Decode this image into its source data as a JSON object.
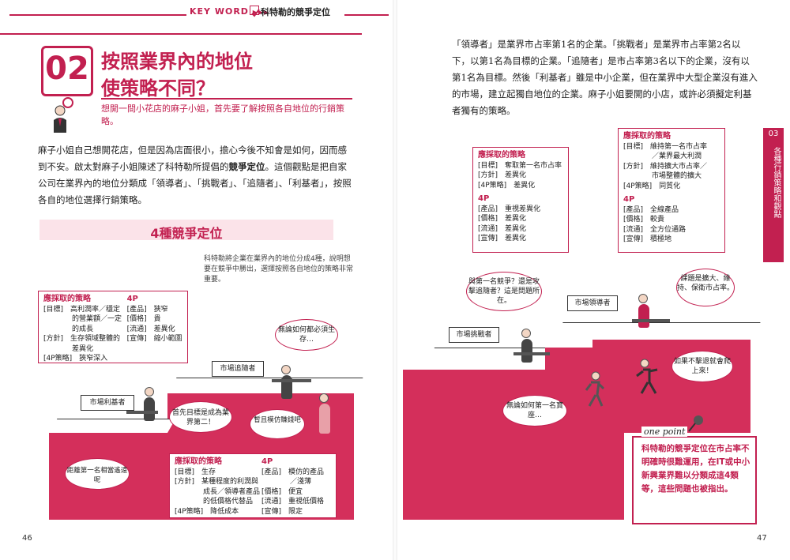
{
  "header": {
    "keyword": "KEY WORD",
    "arrows": "▶▶▶",
    "title": "科特勒的競爭定位"
  },
  "section_number": "02",
  "title_line1": "按照業界內的地位",
  "title_line2": "使策略不同？",
  "lead": "想開一間小花店的麻子小姐，首先要了解按照各自地位的行銷策略。",
  "intro": {
    "part1": "麻子小姐自己想開花店，但是因為店面很小，擔心今後不知會是如何，因而感到不安。啟太對麻子小姐陳述了科特勒所提倡的",
    "bold": "競爭定位",
    "part2": "。這個觀點是把自家公司在業界內的地位分類成「領導者」、「挑戰者」、「追隨者」、「利基者」，按照各自的地位選擇行銷策略。"
  },
  "section_title": "4種競爭定位",
  "note": "科特勒將企業在業界內的地位分成4種，說明想要在競爭中勝出，選擇按照各自地位的策略非常重要。",
  "nicher": {
    "heading": "應採取的策略",
    "heading_4p": "4P",
    "rows_left": [
      "[目標]　高利潤率／穩定",
      "　　　　的營業額／一定",
      "　　　　的成長",
      "[方針]　生存領域整體的",
      "　　　　差異化",
      "[4P策略]　狹窄深入"
    ],
    "rows_right": [
      "[產品]　狹窄",
      "[價格]　貴",
      "[流通]　差異化",
      "[宣傳]　縮小範圍"
    ],
    "sign": "市場利基者",
    "bubble1": "首先目標是成為業界第二！",
    "bubble2": "距離第一名相當遙遠呢"
  },
  "follower": {
    "heading": "應採取的策略",
    "heading_4p": "4P",
    "rows_left": [
      "[目標]　生存",
      "[方針]　某種程度的利潤與",
      "　　　　成長／領導者產品",
      "　　　　的低價格代替品",
      "[4P策略]　降低成本"
    ],
    "rows_right": [
      "[產品]　模仿的產品",
      "　　　　／淺薄",
      "[價格]　便宜",
      "[流通]　重視低價格",
      "[宣傳]　限定"
    ],
    "sign": "市場追隨者",
    "bubble1": "無論如何都必須生存…",
    "bubble2": "暫且模仿賺錢吧"
  },
  "right_text": "「領導者」是業界市占率第1名的企業。「挑戰者」是業界市占率第2名以下，以第1名為目標的企業。「追隨者」是市占率第3名以下的企業，沒有以第1名為目標。然後「利基者」雖是中小企業，但在業界中大型企業沒有進入的市場，建立起獨自地位的企業。麻子小姐要開的小店，或許必須擬定利基者獨有的策略。",
  "challenger": {
    "heading": "應採取的策略",
    "rows_top": [
      "[目標]　奪取第一名市占率",
      "[方針]　差異化",
      "[4P策略]　差異化"
    ],
    "heading_4p": "4P",
    "rows_bottom": [
      "[產品]　重視差異化",
      "[價格]　差異化",
      "[流通]　差異化",
      "[宣傳]　差異化"
    ],
    "sign": "市場挑戰者",
    "bubble1": "與第一名競爭？還是攻擊追隨者？這是問題所在。",
    "bubble2": "無論如何第一名寶座…"
  },
  "leader": {
    "heading": "應採取的策略",
    "rows_top": [
      "[目標]　維持第一名市占率",
      "　　　　／業界最大利潤",
      "[方針]　維持擴大市占率／",
      "　　　　市場整體的擴大",
      "[4P策略]　同質化"
    ],
    "heading_4p": "4P",
    "rows_bottom": [
      "[產品]　全線產品",
      "[價格]　較貴",
      "[流通]　全方位通路",
      "[宣傳]　積極地"
    ],
    "sign": "市場領導者",
    "bubble1": "課題是擴大、維持、保衛市占率。",
    "bubble2": "如果不擊退就會爬上來！"
  },
  "tab": {
    "number": "03",
    "text": "各種行銷策略和觀點"
  },
  "one_point": {
    "label": "one point",
    "text": "科特勒的競爭定位在市占率不明確時很難運用，在IT或中小新興業界難以分類成這4類等，這些問題也被指出。"
  },
  "page_left": "46",
  "page_right": "47",
  "colors": {
    "accent": "#c22050",
    "stair": "#d42f5b"
  }
}
